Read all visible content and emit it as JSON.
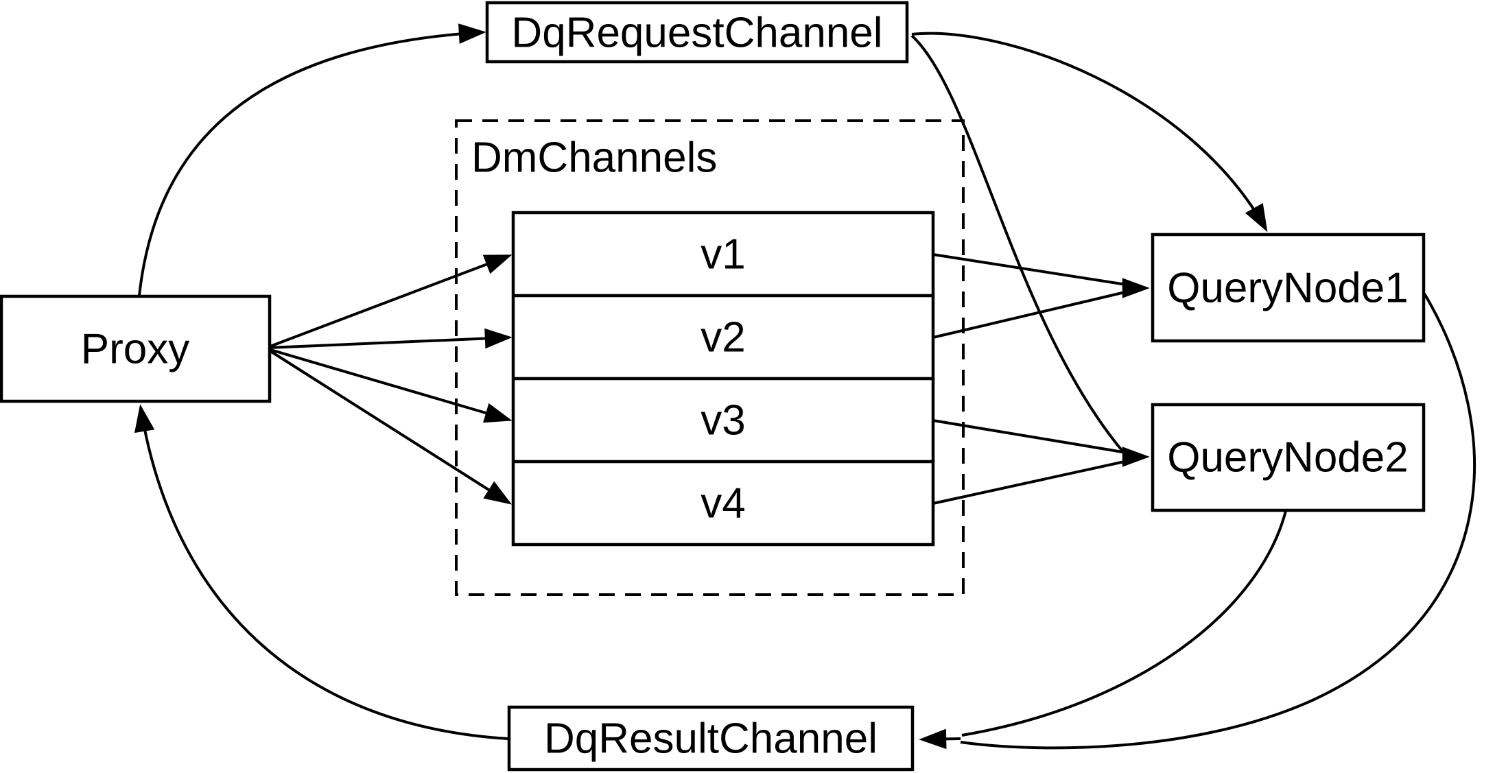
{
  "diagram": {
    "background": "#ffffff",
    "stroke_color": "#000000",
    "nodes": {
      "proxy": {
        "label": "Proxy"
      },
      "dq_request_channel": {
        "label": "DqRequestChannel"
      },
      "dm_channels": {
        "label": "DmChannels"
      },
      "v1": {
        "label": "v1"
      },
      "v2": {
        "label": "v2"
      },
      "v3": {
        "label": "v3"
      },
      "v4": {
        "label": "v4"
      },
      "query_node1": {
        "label": "QueryNode1"
      },
      "query_node2": {
        "label": "QueryNode2"
      },
      "dq_result_channel": {
        "label": "DqResultChannel"
      }
    },
    "edges": [
      {
        "from": "Proxy",
        "to": "DqRequestChannel"
      },
      {
        "from": "Proxy",
        "to": "v1"
      },
      {
        "from": "Proxy",
        "to": "v2"
      },
      {
        "from": "Proxy",
        "to": "v3"
      },
      {
        "from": "Proxy",
        "to": "v4"
      },
      {
        "from": "DqRequestChannel",
        "to": "QueryNode1"
      },
      {
        "from": "DqRequestChannel",
        "to": "QueryNode2"
      },
      {
        "from": "v1",
        "to": "QueryNode1"
      },
      {
        "from": "v2",
        "to": "QueryNode1"
      },
      {
        "from": "v3",
        "to": "QueryNode2"
      },
      {
        "from": "v4",
        "to": "QueryNode2"
      },
      {
        "from": "QueryNode1",
        "to": "DqResultChannel"
      },
      {
        "from": "QueryNode2",
        "to": "DqResultChannel"
      },
      {
        "from": "DqResultChannel",
        "to": "Proxy"
      }
    ]
  }
}
